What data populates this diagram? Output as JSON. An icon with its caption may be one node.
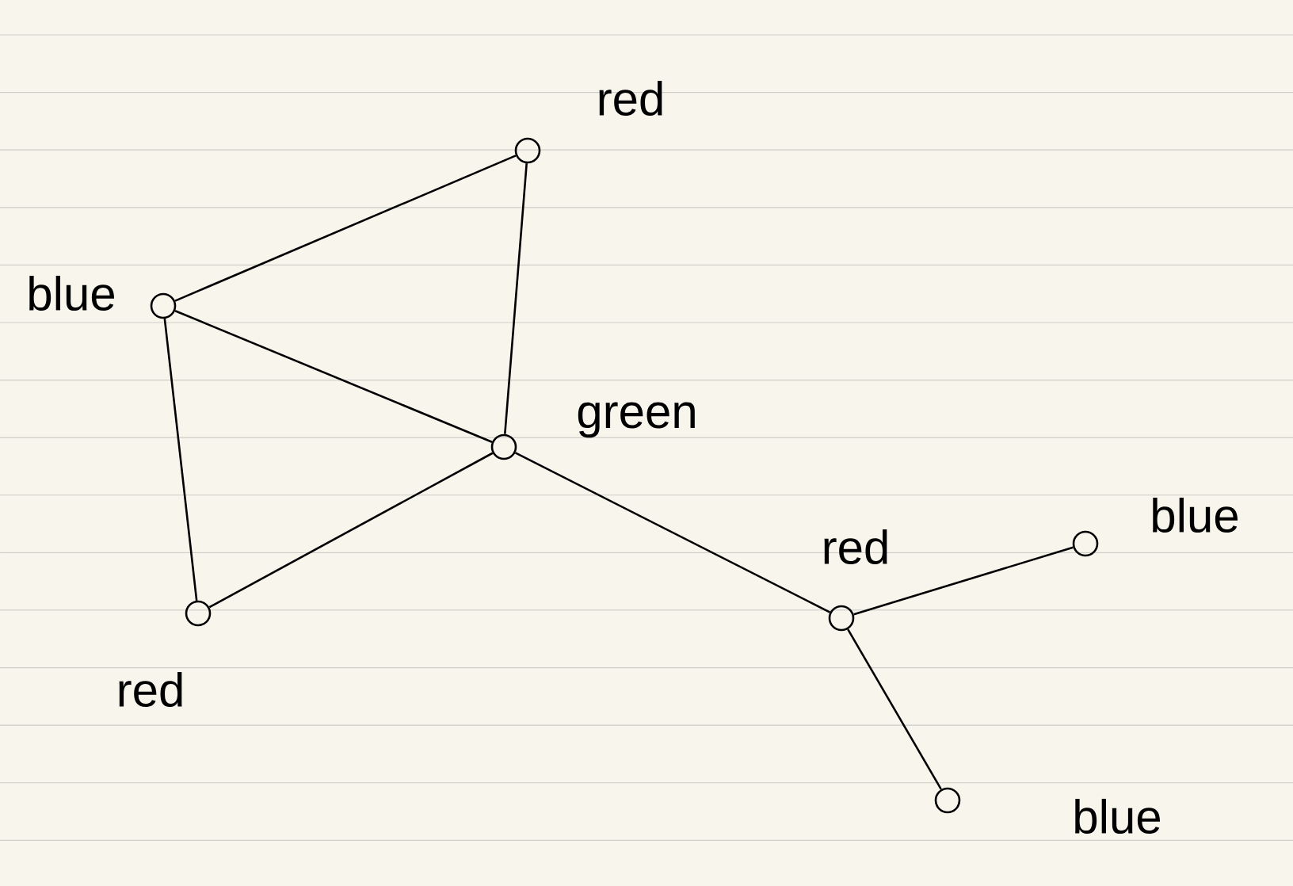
{
  "diagram": {
    "nodes": [
      {
        "text": [],
        "shape": "circle",
        "beside": [
          "red"
        ]
      },
      {
        "text": [],
        "shape": "circle",
        "beside": [
          "blue"
        ]
      },
      {
        "text": [],
        "shape": "circle",
        "beside": [
          "green"
        ]
      },
      {
        "text": [],
        "shape": "circle",
        "beside": [
          "red"
        ]
      },
      {
        "text": [],
        "shape": "circle",
        "beside": [
          "red"
        ]
      },
      {
        "text": [],
        "shape": "circle",
        "beside": [
          "blue"
        ]
      },
      {
        "text": [],
        "shape": "circle",
        "beside": [
          "blue"
        ]
      }
    ],
    "edges": [
      {
        "from": 1,
        "to": 0,
        "arrow": "none"
      },
      {
        "from": 0,
        "to": 2,
        "arrow": "none"
      },
      {
        "from": 1,
        "to": 2,
        "arrow": "none"
      },
      {
        "from": 1,
        "to": 3,
        "arrow": "none"
      },
      {
        "from": 3,
        "to": 2,
        "arrow": "none"
      },
      {
        "from": 2,
        "to": 4,
        "arrow": "none"
      },
      {
        "from": 4,
        "to": 5,
        "arrow": "none"
      },
      {
        "from": 4,
        "to": 6,
        "arrow": "none"
      }
    ]
  }
}
